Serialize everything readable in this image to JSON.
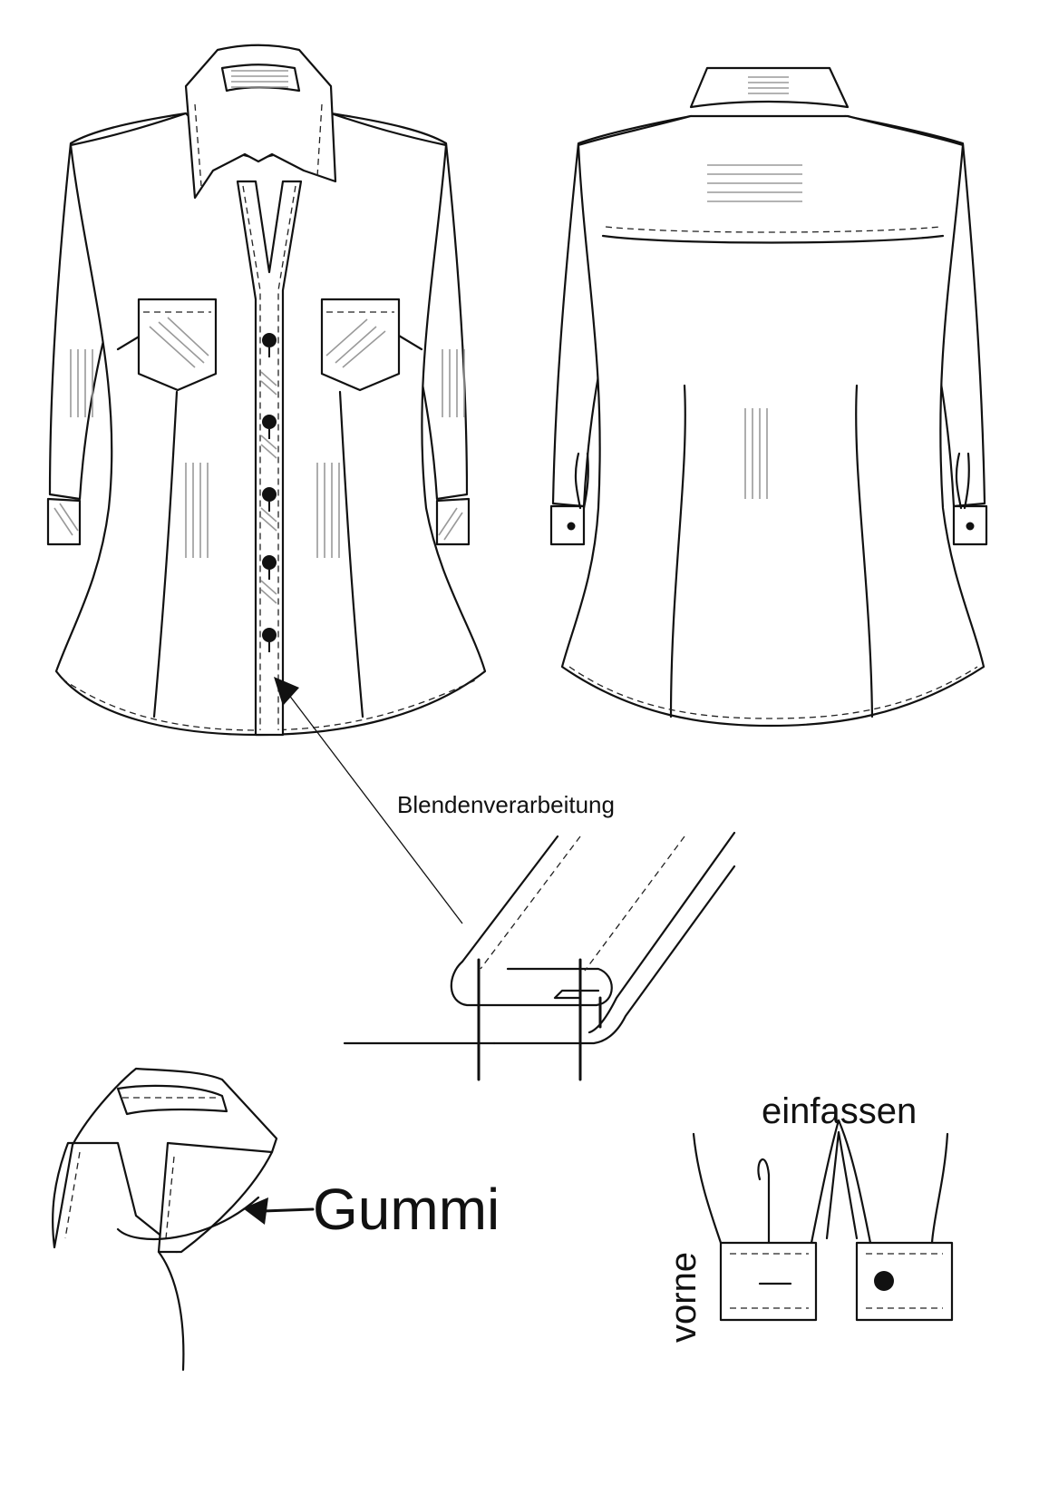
{
  "labels": {
    "placket_detail": "Blendenverarbeitung",
    "elastic": "Gummi",
    "binding": "einfassen",
    "front": "vorne"
  },
  "colors": {
    "line": "#111111",
    "grain_lines": "#9a9a9a",
    "background": "#ffffff"
  }
}
